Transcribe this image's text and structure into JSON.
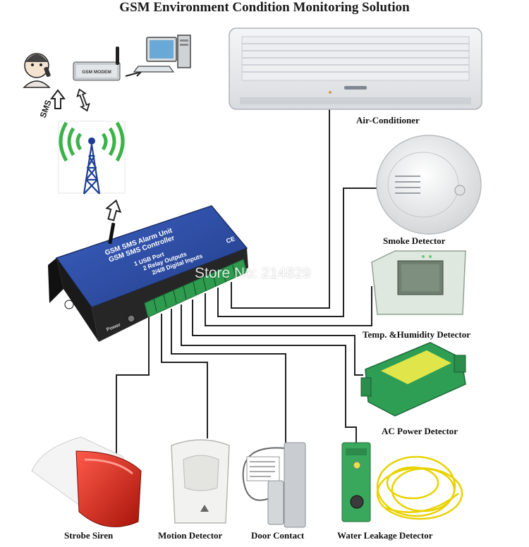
{
  "title": "GSM Environment Condition Monitoring Solution",
  "watermark": "Store No: 214829",
  "sms_label": "SMS",
  "modem_label": "GSM MODEM",
  "controller": {
    "line1": "GSM SMS Alarm Unit",
    "line2": "GSM SMS Controller",
    "line3": "1 USB Port",
    "line4": "2 Relay Outputs",
    "line5": "2/4/8 Digital Inputs",
    "power_label": "Power",
    "ce_mark": "CE"
  },
  "devices": {
    "air_conditioner": "Air-Conditioner",
    "smoke_detector": "Smoke Detector",
    "temp_humidity": "Temp. &Humidity Detector",
    "ac_power": "AC Power Detector",
    "strobe_siren": "Strobe Siren",
    "motion_detector": "Motion Detector",
    "door_contact": "Door Contact",
    "water_leakage": "Water Leakage Detector"
  },
  "colors": {
    "controller_blue": "#2f4fa8",
    "terminal_green": "#2e9b4f",
    "siren_red": "#d42a1f",
    "signal_green": "#3cb34a",
    "wire": "#222222"
  }
}
